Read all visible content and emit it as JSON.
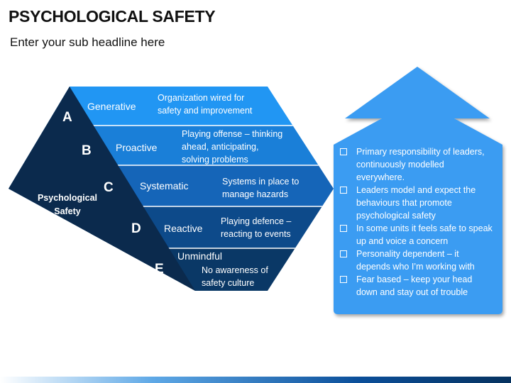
{
  "title": "PSYCHOLOGICAL SAFETY",
  "subtitle": "Enter your sub headline here",
  "center_label": [
    "Psychological",
    "Safety"
  ],
  "levels": [
    {
      "letter": "A",
      "name": "Generative",
      "desc": [
        "Organization wired for",
        "safety and improvement"
      ],
      "color": "#2196f3"
    },
    {
      "letter": "B",
      "name": "Proactive",
      "desc": [
        "Playing offense – thinking",
        "ahead, anticipating,",
        "solving problems"
      ],
      "color": "#1a7fd8"
    },
    {
      "letter": "C",
      "name": "Systematic",
      "desc": [
        "Systems in place to",
        "manage hazards"
      ],
      "color": "#1565b8"
    },
    {
      "letter": "D",
      "name": "Reactive",
      "desc": [
        "Playing defence –",
        "reacting to events"
      ],
      "color": "#0d4a8a"
    },
    {
      "letter": "E",
      "name": "Unmindful",
      "desc": [
        "No awareness of",
        "safety culture"
      ],
      "color": "#0a3866"
    }
  ],
  "left_triangle_color": "#0b2a4d",
  "panel_color": "#3a9cf2",
  "panel_items": [
    [
      "Primary responsibility of leaders,",
      "continuously modelled",
      "everywhere."
    ],
    [
      "Leaders model and expect the",
      "behaviours that promote",
      "psychological safety"
    ],
    [
      "In some units it feels safe to speak",
      "up and voice a concern"
    ],
    [
      "Personality dependent – it",
      "depends who I’m working with"
    ],
    [
      "Fear based – keep your head",
      "down and stay out of trouble"
    ]
  ]
}
